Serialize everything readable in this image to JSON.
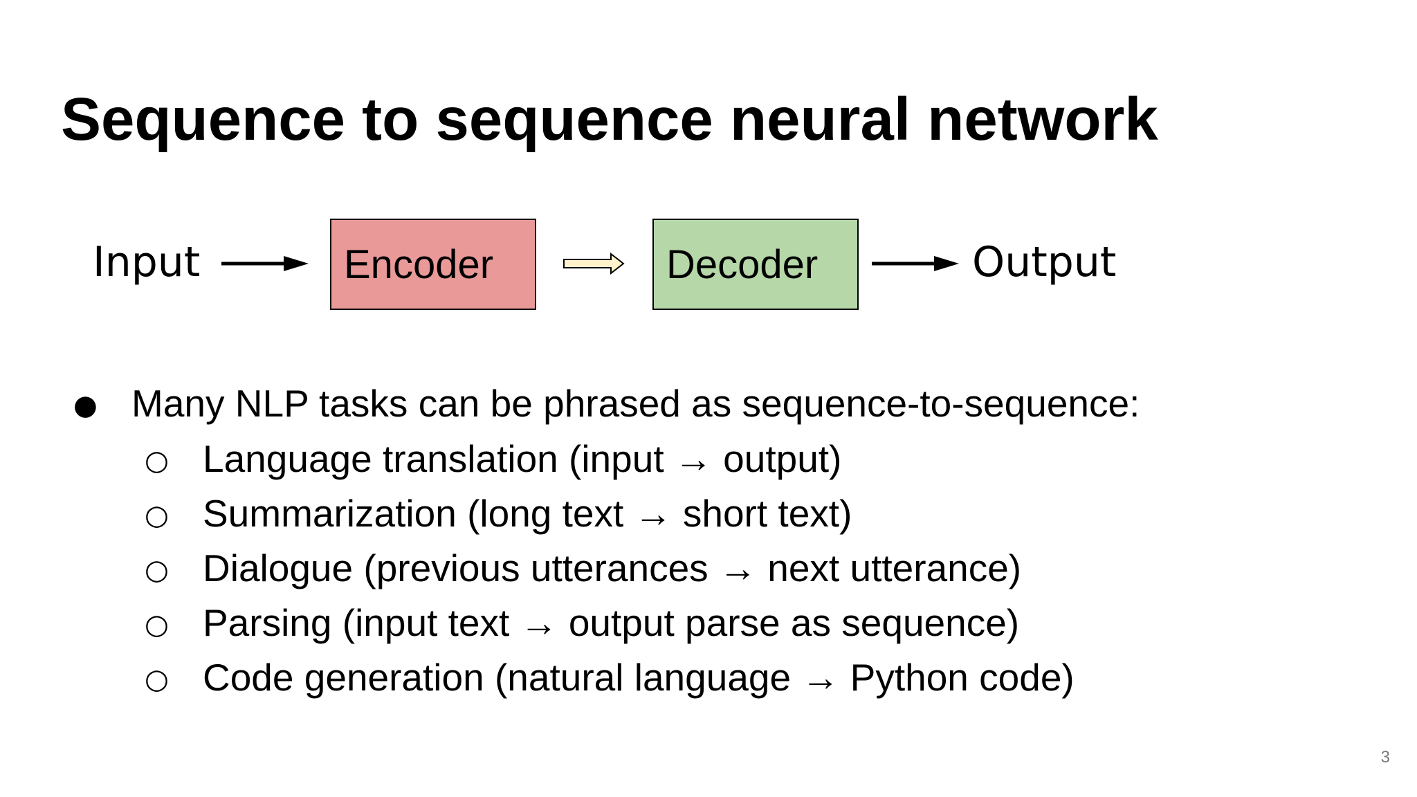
{
  "slide": {
    "title": "Sequence to sequence neural network",
    "page_number": "3"
  },
  "diagram": {
    "input_label": "Input",
    "output_label": "Output",
    "encoder": {
      "label": "Encoder",
      "color": "#ea9999"
    },
    "decoder": {
      "label": "Decoder",
      "color": "#b6d7a8"
    },
    "connector_arrow_color": "#fff2cc",
    "icons": [
      "arrow-right-icon",
      "block-arrow-right-icon"
    ]
  },
  "bullets": {
    "main": "Many NLP tasks can be phrased as sequence-to-sequence:",
    "main_marker": "●",
    "sub_marker": "○",
    "sub": [
      "Language translation (input → output)",
      "Summarization (long text → short text)",
      "Dialogue (previous utterances → next utterance)",
      "Parsing (input text → output parse as sequence)",
      "Code generation (natural language → Python code)"
    ]
  }
}
